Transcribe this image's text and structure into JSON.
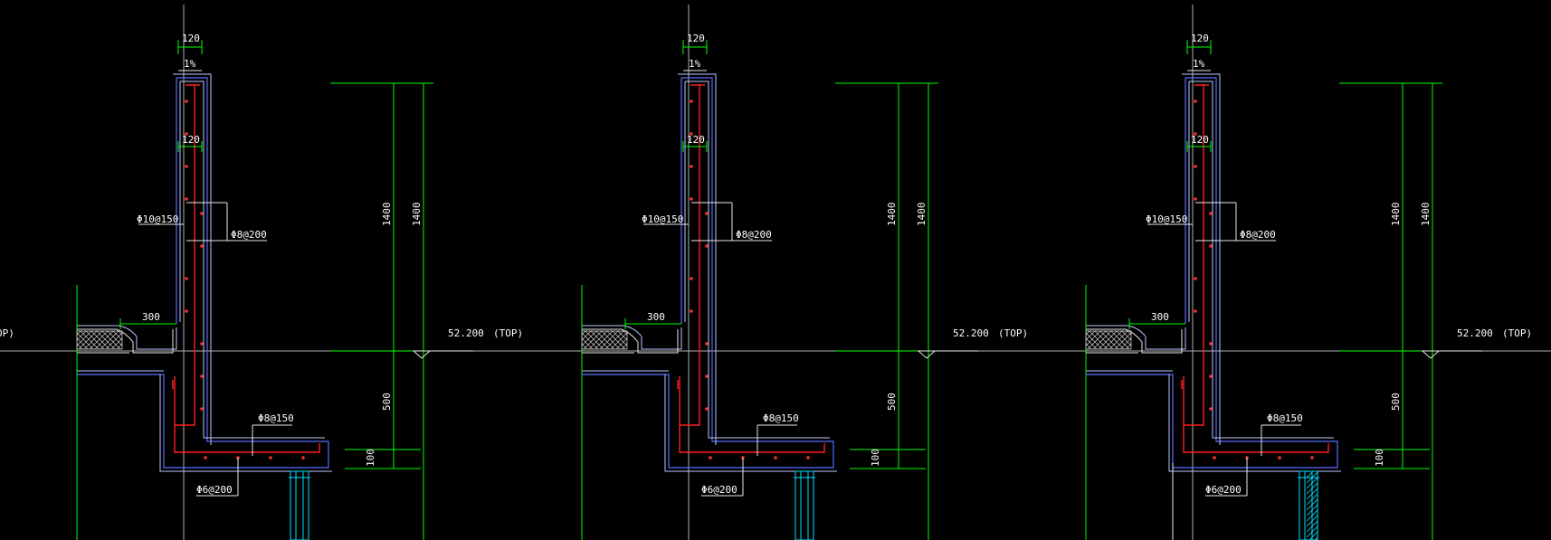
{
  "colors": {
    "background": "#000000",
    "dimension_line": "#00ff00",
    "leader_text": "#ffffff",
    "wall_outline": "#5a6cff",
    "rebar": "#ff2020",
    "frame": "#00e0ff"
  },
  "left_edge_label": "OP)",
  "details": [
    {
      "dim_top_width": "120",
      "slope": "1%",
      "dim_cap": "120",
      "vertical_rebar": "Φ10@150",
      "horizontal_rebar": "Φ8@200",
      "dim_gutter": "300",
      "dim_height_outer": "1400",
      "dim_height_inner": "1400",
      "elevation": "52.200",
      "elevation_tag": "(TOP)",
      "dim_lower": "500",
      "dim_slab": "100",
      "slab_top_rebar": "Φ8@150",
      "slab_bottom_rebar": "Φ6@200"
    },
    {
      "dim_top_width": "120",
      "slope": "1%",
      "dim_cap": "120",
      "vertical_rebar": "Φ10@150",
      "horizontal_rebar": "Φ8@200",
      "dim_gutter": "300",
      "dim_height_outer": "1400",
      "dim_height_inner": "1400",
      "elevation": "52.200",
      "elevation_tag": "(TOP)",
      "dim_lower": "500",
      "dim_slab": "100",
      "slab_top_rebar": "Φ8@150",
      "slab_bottom_rebar": "Φ6@200"
    },
    {
      "dim_top_width": "120",
      "slope": "1%",
      "dim_cap": "120",
      "vertical_rebar": "Φ10@150",
      "horizontal_rebar": "Φ8@200",
      "dim_gutter": "300",
      "dim_height_outer": "1400",
      "dim_height_inner": "1400",
      "elevation": "52.200",
      "elevation_tag": "(TOP)",
      "dim_lower": "500",
      "dim_slab": "100",
      "slab_top_rebar": "Φ8@150",
      "slab_bottom_rebar": "Φ6@200"
    }
  ]
}
